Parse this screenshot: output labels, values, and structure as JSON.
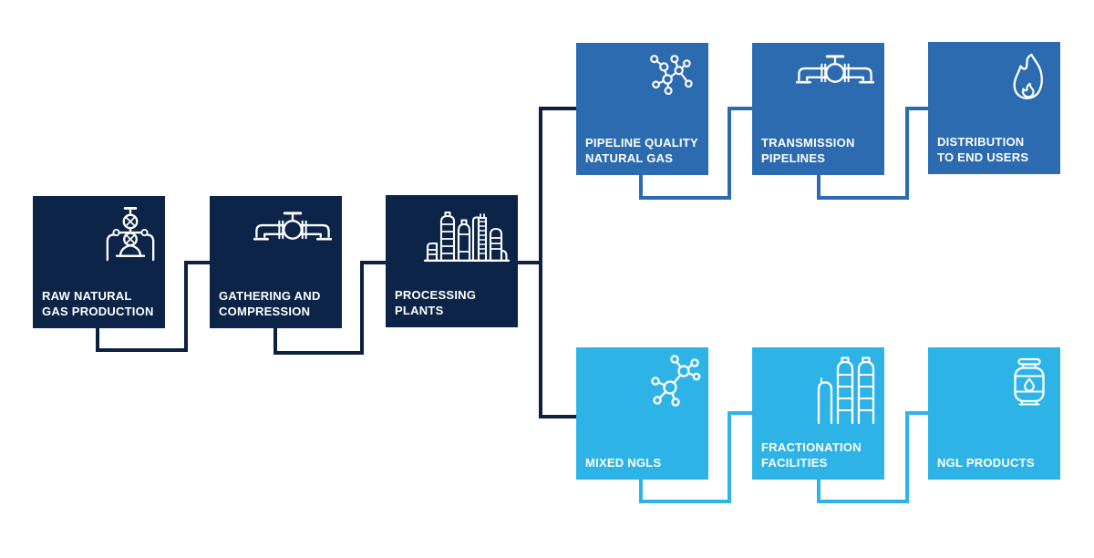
{
  "colors": {
    "background": "#ffffff",
    "navy_box": "#0d2449",
    "navy_line": "#0c203f",
    "blue_box": "#2d6bb1",
    "cyan_box": "#2eb3e7",
    "label_text": "#ffffff"
  },
  "nodes": [
    {
      "id": "raw-natural-gas-production",
      "label_line1": "RAW NATURAL",
      "label_line2": "GAS PRODUCTION",
      "icon": "wellhead-icon",
      "group": "production"
    },
    {
      "id": "gathering-and-compression",
      "label_line1": "GATHERING AND",
      "label_line2": "COMPRESSION",
      "icon": "pipeline-valve-icon",
      "group": "production"
    },
    {
      "id": "processing-plants",
      "label_line1": "PROCESSING",
      "label_line2": "PLANTS",
      "icon": "processing-plant-icon",
      "group": "production"
    },
    {
      "id": "pipeline-quality-natural-gas",
      "label_line1": "PIPELINE QUALITY",
      "label_line2": "NATURAL GAS",
      "icon": "gas-molecule-icon",
      "group": "natural-gas"
    },
    {
      "id": "transmission-pipelines",
      "label_line1": "TRANSMISSION",
      "label_line2": "PIPELINES",
      "icon": "pipeline-valve-icon",
      "group": "natural-gas"
    },
    {
      "id": "distribution-to-end-users",
      "label_line1": "DISTRIBUTION",
      "label_line2": "TO END USERS",
      "icon": "flame-icon",
      "group": "natural-gas"
    },
    {
      "id": "mixed-ngls",
      "label_line1": "MIXED NGLS",
      "label_line2": "",
      "icon": "ngl-molecule-icon",
      "group": "ngl"
    },
    {
      "id": "fractionation-facilities",
      "label_line1": "FRACTIONATION",
      "label_line2": "FACILITIES",
      "icon": "fractionation-towers-icon",
      "group": "ngl"
    },
    {
      "id": "ngl-products",
      "label_line1": "NGL PRODUCTS",
      "label_line2": "",
      "icon": "propane-tank-icon",
      "group": "ngl"
    }
  ],
  "flow": {
    "main_path": [
      "RAW NATURAL GAS PRODUCTION",
      "GATHERING AND COMPRESSION",
      "PROCESSING PLANTS"
    ],
    "upper_branch": [
      "PIPELINE QUALITY NATURAL GAS",
      "TRANSMISSION PIPELINES",
      "DISTRIBUTION TO END USERS"
    ],
    "lower_branch": [
      "MIXED NGLS",
      "FRACTIONATION FACILITIES",
      "NGL PRODUCTS"
    ]
  }
}
